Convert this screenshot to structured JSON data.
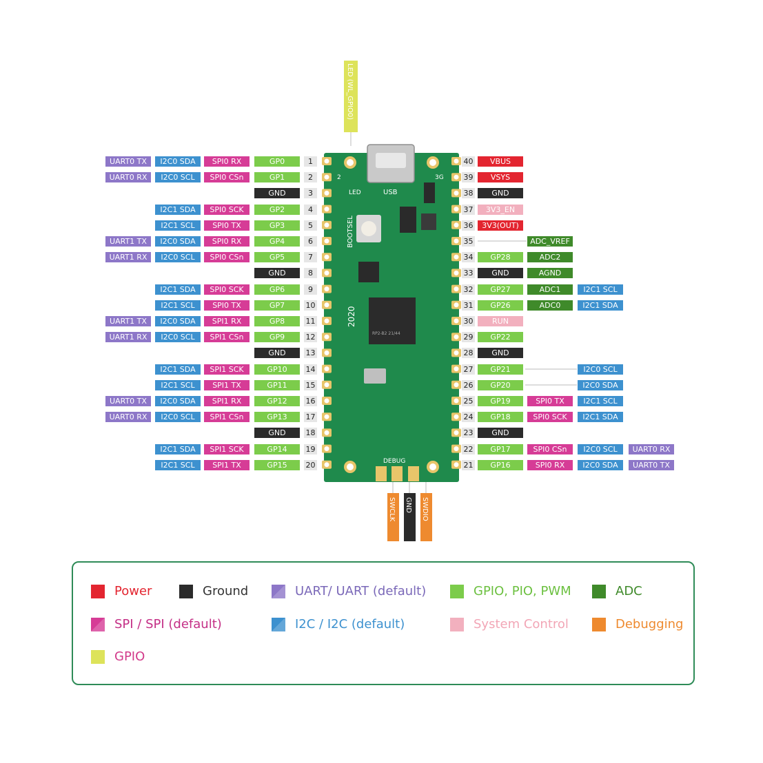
{
  "colors": {
    "power": "#e32530",
    "ground": "#2b2b2b",
    "uart": "#8d77c8",
    "gpio_pio_pwm": "#7ccc4b",
    "adc": "#3f8a2a",
    "spi": "#d63c96",
    "i2c": "#3d91cf",
    "system": "#f2b0be",
    "debug": "#ee8a2f",
    "gpio_led": "#dde35a",
    "board": "#1f8a4c",
    "pad": "#e8c56a"
  },
  "board": {
    "usb_label": "USB",
    "led_label": "LED",
    "bootsel_label": "BOOTSEL",
    "year_label": "2020",
    "chip_label": "RP2-B2  21/44",
    "debug_label": "DEBUG",
    "corner_top_left": "2",
    "corner_top_right": "3G"
  },
  "led_pin": {
    "label": "LED (WL_GPIO0)"
  },
  "debug_pins": [
    {
      "label": "SWCLK",
      "type": "debug"
    },
    {
      "label": "GND",
      "type": "ground"
    },
    {
      "label": "SWDIO",
      "type": "debug"
    }
  ],
  "left_pins": [
    {
      "num": "1",
      "labels": [
        {
          "t": "UART0 TX",
          "c": "uart",
          "col": 0
        },
        {
          "t": "I2C0 SDA",
          "c": "i2c",
          "col": 1
        },
        {
          "t": "SPI0 RX",
          "c": "spi",
          "col": 2
        },
        {
          "t": "GP0",
          "c": "gpio_pio_pwm",
          "col": 3
        }
      ]
    },
    {
      "num": "2",
      "labels": [
        {
          "t": "UART0 RX",
          "c": "uart",
          "col": 0
        },
        {
          "t": "I2C0 SCL",
          "c": "i2c",
          "col": 1
        },
        {
          "t": "SPI0 CSn",
          "c": "spi",
          "col": 2
        },
        {
          "t": "GP1",
          "c": "gpio_pio_pwm",
          "col": 3
        }
      ]
    },
    {
      "num": "3",
      "labels": [
        {
          "t": "GND",
          "c": "ground",
          "col": 3
        }
      ]
    },
    {
      "num": "4",
      "labels": [
        {
          "t": "I2C1 SDA",
          "c": "i2c",
          "col": 1
        },
        {
          "t": "SPI0 SCK",
          "c": "spi",
          "col": 2
        },
        {
          "t": "GP2",
          "c": "gpio_pio_pwm",
          "col": 3
        }
      ]
    },
    {
      "num": "5",
      "labels": [
        {
          "t": "I2C1 SCL",
          "c": "i2c",
          "col": 1
        },
        {
          "t": "SPI0 TX",
          "c": "spi",
          "col": 2
        },
        {
          "t": "GP3",
          "c": "gpio_pio_pwm",
          "col": 3
        }
      ]
    },
    {
      "num": "6",
      "labels": [
        {
          "t": "UART1 TX",
          "c": "uart",
          "col": 0
        },
        {
          "t": "I2C0 SDA",
          "c": "i2c",
          "col": 1
        },
        {
          "t": "SPI0 RX",
          "c": "spi",
          "col": 2
        },
        {
          "t": "GP4",
          "c": "gpio_pio_pwm",
          "col": 3
        }
      ]
    },
    {
      "num": "7",
      "labels": [
        {
          "t": "UART1 RX",
          "c": "uart",
          "col": 0
        },
        {
          "t": "I2C0 SCL",
          "c": "i2c",
          "col": 1
        },
        {
          "t": "SPI0 CSn",
          "c": "spi",
          "col": 2
        },
        {
          "t": "GP5",
          "c": "gpio_pio_pwm",
          "col": 3
        }
      ]
    },
    {
      "num": "8",
      "labels": [
        {
          "t": "GND",
          "c": "ground",
          "col": 3
        }
      ]
    },
    {
      "num": "9",
      "labels": [
        {
          "t": "I2C1 SDA",
          "c": "i2c",
          "col": 1
        },
        {
          "t": "SPI0 SCK",
          "c": "spi",
          "col": 2
        },
        {
          "t": "GP6",
          "c": "gpio_pio_pwm",
          "col": 3
        }
      ]
    },
    {
      "num": "10",
      "labels": [
        {
          "t": "I2C1 SCL",
          "c": "i2c",
          "col": 1
        },
        {
          "t": "SPI0 TX",
          "c": "spi",
          "col": 2
        },
        {
          "t": "GP7",
          "c": "gpio_pio_pwm",
          "col": 3
        }
      ]
    },
    {
      "num": "11",
      "labels": [
        {
          "t": "UART1 TX",
          "c": "uart",
          "col": 0
        },
        {
          "t": "I2C0 SDA",
          "c": "i2c",
          "col": 1
        },
        {
          "t": "SPI1 RX",
          "c": "spi",
          "col": 2
        },
        {
          "t": "GP8",
          "c": "gpio_pio_pwm",
          "col": 3
        }
      ]
    },
    {
      "num": "12",
      "labels": [
        {
          "t": "UART1 RX",
          "c": "uart",
          "col": 0
        },
        {
          "t": "I2C0 SCL",
          "c": "i2c",
          "col": 1
        },
        {
          "t": "SPI1 CSn",
          "c": "spi",
          "col": 2
        },
        {
          "t": "GP9",
          "c": "gpio_pio_pwm",
          "col": 3
        }
      ]
    },
    {
      "num": "13",
      "labels": [
        {
          "t": "GND",
          "c": "ground",
          "col": 3
        }
      ]
    },
    {
      "num": "14",
      "labels": [
        {
          "t": "I2C1 SDA",
          "c": "i2c",
          "col": 1
        },
        {
          "t": "SPI1 SCK",
          "c": "spi",
          "col": 2
        },
        {
          "t": "GP10",
          "c": "gpio_pio_pwm",
          "col": 3
        }
      ]
    },
    {
      "num": "15",
      "labels": [
        {
          "t": "I2C1 SCL",
          "c": "i2c",
          "col": 1
        },
        {
          "t": "SPI1 TX",
          "c": "spi",
          "col": 2
        },
        {
          "t": "GP11",
          "c": "gpio_pio_pwm",
          "col": 3
        }
      ]
    },
    {
      "num": "16",
      "labels": [
        {
          "t": "UART0 TX",
          "c": "uart",
          "col": 0
        },
        {
          "t": "I2C0 SDA",
          "c": "i2c",
          "col": 1
        },
        {
          "t": "SPI1 RX",
          "c": "spi",
          "col": 2
        },
        {
          "t": "GP12",
          "c": "gpio_pio_pwm",
          "col": 3
        }
      ]
    },
    {
      "num": "17",
      "labels": [
        {
          "t": "UART0 RX",
          "c": "uart",
          "col": 0
        },
        {
          "t": "I2C0 SCL",
          "c": "i2c",
          "col": 1
        },
        {
          "t": "SPI1 CSn",
          "c": "spi",
          "col": 2
        },
        {
          "t": "GP13",
          "c": "gpio_pio_pwm",
          "col": 3
        }
      ]
    },
    {
      "num": "18",
      "labels": [
        {
          "t": "GND",
          "c": "ground",
          "col": 3
        }
      ]
    },
    {
      "num": "19",
      "labels": [
        {
          "t": "I2C1 SDA",
          "c": "i2c",
          "col": 1
        },
        {
          "t": "SPI1 SCK",
          "c": "spi",
          "col": 2
        },
        {
          "t": "GP14",
          "c": "gpio_pio_pwm",
          "col": 3
        }
      ]
    },
    {
      "num": "20",
      "labels": [
        {
          "t": "I2C1 SCL",
          "c": "i2c",
          "col": 1
        },
        {
          "t": "SPI1 TX",
          "c": "spi",
          "col": 2
        },
        {
          "t": "GP15",
          "c": "gpio_pio_pwm",
          "col": 3
        }
      ]
    }
  ],
  "right_pins": [
    {
      "num": "40",
      "labels": [
        {
          "t": "VBUS",
          "c": "power",
          "col": 0
        }
      ]
    },
    {
      "num": "39",
      "labels": [
        {
          "t": "VSYS",
          "c": "power",
          "col": 0
        }
      ]
    },
    {
      "num": "38",
      "labels": [
        {
          "t": "GND",
          "c": "ground",
          "col": 0
        }
      ]
    },
    {
      "num": "37",
      "labels": [
        {
          "t": "3V3_EN",
          "c": "system",
          "col": 0
        }
      ]
    },
    {
      "num": "36",
      "labels": [
        {
          "t": "3V3(OUT)",
          "c": "power",
          "col": 0
        }
      ]
    },
    {
      "num": "35",
      "labels": [
        {
          "t": "ADC_VREF",
          "c": "adc",
          "col": 1
        }
      ]
    },
    {
      "num": "34",
      "labels": [
        {
          "t": "GP28",
          "c": "gpio_pio_pwm",
          "col": 0
        },
        {
          "t": "ADC2",
          "c": "adc",
          "col": 1
        }
      ]
    },
    {
      "num": "33",
      "labels": [
        {
          "t": "GND",
          "c": "ground",
          "col": 0
        },
        {
          "t": "AGND",
          "c": "adc",
          "col": 1
        }
      ]
    },
    {
      "num": "32",
      "labels": [
        {
          "t": "GP27",
          "c": "gpio_pio_pwm",
          "col": 0
        },
        {
          "t": "ADC1",
          "c": "adc",
          "col": 1
        },
        {
          "t": "I2C1 SCL",
          "c": "i2c",
          "col": 2
        }
      ]
    },
    {
      "num": "31",
      "labels": [
        {
          "t": "GP26",
          "c": "gpio_pio_pwm",
          "col": 0
        },
        {
          "t": "ADC0",
          "c": "adc",
          "col": 1
        },
        {
          "t": "I2C1 SDA",
          "c": "i2c",
          "col": 2
        }
      ]
    },
    {
      "num": "30",
      "labels": [
        {
          "t": "RUN",
          "c": "system",
          "col": 0
        }
      ]
    },
    {
      "num": "29",
      "labels": [
        {
          "t": "GP22",
          "c": "gpio_pio_pwm",
          "col": 0
        }
      ]
    },
    {
      "num": "28",
      "labels": [
        {
          "t": "GND",
          "c": "ground",
          "col": 0
        }
      ]
    },
    {
      "num": "27",
      "labels": [
        {
          "t": "GP21",
          "c": "gpio_pio_pwm",
          "col": 0
        },
        {
          "t": "I2C0 SCL",
          "c": "i2c",
          "col": 2
        }
      ]
    },
    {
      "num": "26",
      "labels": [
        {
          "t": "GP20",
          "c": "gpio_pio_pwm",
          "col": 0
        },
        {
          "t": "I2C0 SDA",
          "c": "i2c",
          "col": 2
        }
      ]
    },
    {
      "num": "25",
      "labels": [
        {
          "t": "GP19",
          "c": "gpio_pio_pwm",
          "col": 0
        },
        {
          "t": "SPI0 TX",
          "c": "spi",
          "col": 1
        },
        {
          "t": "I2C1 SCL",
          "c": "i2c",
          "col": 2
        }
      ]
    },
    {
      "num": "24",
      "labels": [
        {
          "t": "GP18",
          "c": "gpio_pio_pwm",
          "col": 0
        },
        {
          "t": "SPI0 SCK",
          "c": "spi",
          "col": 1
        },
        {
          "t": "I2C1 SDA",
          "c": "i2c",
          "col": 2
        }
      ]
    },
    {
      "num": "23",
      "labels": [
        {
          "t": "GND",
          "c": "ground",
          "col": 0
        }
      ]
    },
    {
      "num": "22",
      "labels": [
        {
          "t": "GP17",
          "c": "gpio_pio_pwm",
          "col": 0
        },
        {
          "t": "SPI0 CSn",
          "c": "spi",
          "col": 1
        },
        {
          "t": "I2C0 SCL",
          "c": "i2c",
          "col": 2
        },
        {
          "t": "UART0 RX",
          "c": "uart",
          "col": 3
        }
      ]
    },
    {
      "num": "21",
      "labels": [
        {
          "t": "GP16",
          "c": "gpio_pio_pwm",
          "col": 0
        },
        {
          "t": "SPI0 RX",
          "c": "spi",
          "col": 1
        },
        {
          "t": "I2C0 SDA",
          "c": "i2c",
          "col": 2
        },
        {
          "t": "UART0 TX",
          "c": "uart",
          "col": 3
        }
      ]
    }
  ],
  "legend": [
    {
      "label": "Power",
      "color_key": "power",
      "text_color": "#e32530",
      "swatch": "solid"
    },
    {
      "label": "Ground",
      "color_key": "ground",
      "text_color": "#333333",
      "swatch": "solid"
    },
    {
      "label": "UART/ UART  (default)",
      "color_key": "uart",
      "text_color": "#7a68b8",
      "swatch": "split"
    },
    {
      "label": "GPIO, PIO, PWM",
      "color_key": "gpio_pio_pwm",
      "text_color": "#6cc040",
      "swatch": "solid"
    },
    {
      "label": "ADC",
      "color_key": "adc",
      "text_color": "#3f8a2a",
      "swatch": "solid"
    },
    {
      "label": "SPI / SPI  (default)",
      "color_key": "spi",
      "text_color": "#c42f86",
      "swatch": "split"
    },
    {
      "label": "I2C / I2C  (default)",
      "color_key": "i2c",
      "text_color": "#3d91cf",
      "swatch": "split"
    },
    {
      "label": "System Control",
      "color_key": "system",
      "text_color": "#f2a6b6",
      "swatch": "solid"
    },
    {
      "label": "Debugging",
      "color_key": "debug",
      "text_color": "#ee8a2f",
      "swatch": "solid"
    },
    {
      "label": "GPIO",
      "color_key": "gpio_led",
      "text_color": "#d23a8a",
      "swatch": "solid"
    }
  ]
}
